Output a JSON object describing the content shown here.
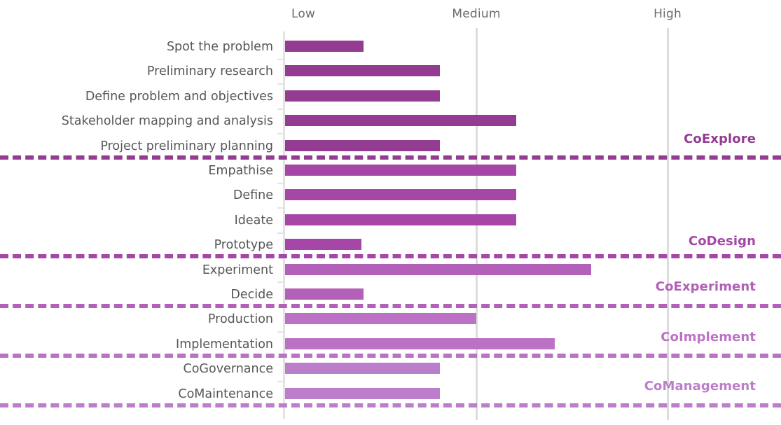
{
  "chart_data": {
    "type": "bar",
    "orientation": "horizontal",
    "title": "",
    "xlabel": "",
    "ylabel": "",
    "grid": "vertical",
    "legend_position": "right-inline",
    "xticks": [
      {
        "label": "Low",
        "value": 1
      },
      {
        "label": "Medium",
        "value": 2
      },
      {
        "label": "High",
        "value": 3
      }
    ],
    "xlim": [
      1,
      3
    ],
    "categories": [
      "Spot the problem",
      "Preliminary research",
      "Define problem and objectives",
      "Stakeholder mapping and analysis",
      "Project preliminary planning",
      "Empathise",
      "Define",
      "Ideate",
      "Prototype",
      "Experiment",
      "Decide",
      "Production",
      "Implementation",
      "CoGovernance",
      "CoMaintenance"
    ],
    "values": [
      1.41,
      1.81,
      1.81,
      2.21,
      1.81,
      2.21,
      2.21,
      2.21,
      1.4,
      2.6,
      1.41,
      2.0,
      2.41,
      1.81,
      1.81
    ],
    "groups": [
      {
        "name": "CoExplore",
        "color": "#933C92",
        "categories": [
          "Spot the problem",
          "Preliminary research",
          "Define problem and objectives",
          "Stakeholder mapping and analysis",
          "Project preliminary planning"
        ],
        "values": [
          1.41,
          1.81,
          1.81,
          2.21,
          1.81
        ]
      },
      {
        "name": "CoDesign",
        "color": "#A646A6",
        "categories": [
          "Empathise",
          "Define",
          "Ideate",
          "Prototype"
        ],
        "values": [
          2.21,
          2.21,
          2.21,
          1.4
        ]
      },
      {
        "name": "CoExperiment",
        "color": "#B260B8",
        "categories": [
          "Experiment",
          "Decide"
        ],
        "values": [
          2.6,
          1.41
        ]
      },
      {
        "name": "CoImplement",
        "color": "#BB72C4",
        "categories": [
          "Production",
          "Implementation"
        ],
        "values": [
          2.0,
          2.41
        ]
      },
      {
        "name": "CoManagement",
        "color": "#BC7ECB",
        "categories": [
          "CoGovernance",
          "CoMaintenance"
        ],
        "values": [
          1.81,
          1.81
        ]
      }
    ]
  },
  "axis": {
    "tick_low": "Low",
    "tick_medium": "Medium",
    "tick_high": "High",
    "tick_color": "#6b6b6b",
    "gridline_color": "#dcdcdc"
  },
  "rows": [
    {
      "label": "Spot the problem",
      "value": 1.41,
      "color": "#933C92"
    },
    {
      "label": "Preliminary research",
      "value": 1.81,
      "color": "#933C92"
    },
    {
      "label": "Define problem and objectives",
      "value": 1.81,
      "color": "#933C92"
    },
    {
      "label": "Stakeholder mapping and analysis",
      "value": 2.21,
      "color": "#933C92"
    },
    {
      "label": "Project preliminary planning",
      "value": 1.81,
      "color": "#933C92"
    },
    {
      "label": "Empathise",
      "value": 2.21,
      "color": "#A646A6"
    },
    {
      "label": "Define",
      "value": 2.21,
      "color": "#A646A6"
    },
    {
      "label": "Ideate",
      "value": 2.21,
      "color": "#A646A6"
    },
    {
      "label": "Prototype",
      "value": 1.4,
      "color": "#A646A6"
    },
    {
      "label": "Experiment",
      "value": 2.6,
      "color": "#B260B8"
    },
    {
      "label": "Decide",
      "value": 1.41,
      "color": "#B260B8"
    },
    {
      "label": "Production",
      "value": 2.0,
      "color": "#BB72C4"
    },
    {
      "label": "Implementation",
      "value": 2.41,
      "color": "#BB72C4"
    },
    {
      "label": "CoGovernance",
      "value": 1.81,
      "color": "#BC7ECB"
    },
    {
      "label": "CoMaintenance",
      "value": 1.81,
      "color": "#BC7ECB"
    }
  ],
  "group_labels": [
    {
      "name": "CoExplore",
      "color": "#933C92"
    },
    {
      "name": "CoDesign",
      "color": "#A646A6"
    },
    {
      "name": "CoExperiment",
      "color": "#B260B8"
    },
    {
      "name": "CoImplement",
      "color": "#BB72C4"
    },
    {
      "name": "CoManagement",
      "color": "#BC7ECB"
    }
  ],
  "dividers": [
    {
      "color": "#933C92"
    },
    {
      "color": "#A646A6"
    },
    {
      "color": "#B260B8"
    },
    {
      "color": "#BB72C4"
    },
    {
      "color": "#BC7ECB"
    }
  ]
}
